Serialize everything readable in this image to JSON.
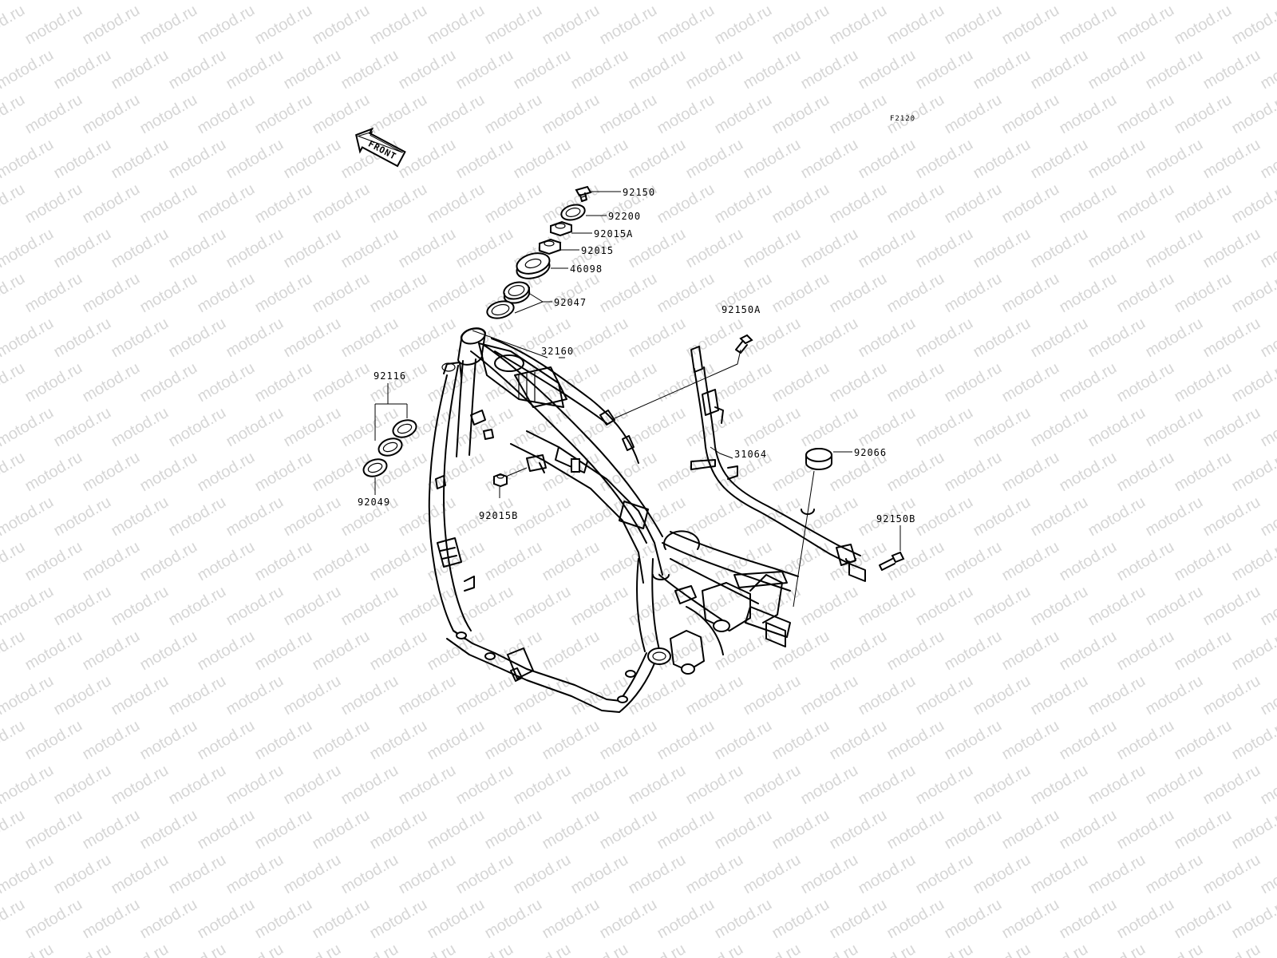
{
  "watermark": "motod.ru",
  "diagram_code": "F2120",
  "front_arrow_label": "FRONT",
  "parts": [
    {
      "id": "p92150",
      "number": "92150"
    },
    {
      "id": "p92200",
      "number": "92200"
    },
    {
      "id": "p92015A",
      "number": "92015A"
    },
    {
      "id": "p92015",
      "number": "92015"
    },
    {
      "id": "p46098",
      "number": "46098"
    },
    {
      "id": "p92047",
      "number": "92047"
    },
    {
      "id": "p32160",
      "number": "32160"
    },
    {
      "id": "p92116",
      "number": "92116"
    },
    {
      "id": "p92049",
      "number": "92049"
    },
    {
      "id": "p92015B",
      "number": "92015B"
    },
    {
      "id": "p92150A",
      "number": "92150A"
    },
    {
      "id": "p31064",
      "number": "31064"
    },
    {
      "id": "p92066",
      "number": "92066"
    },
    {
      "id": "p92150B",
      "number": "92150B"
    }
  ]
}
